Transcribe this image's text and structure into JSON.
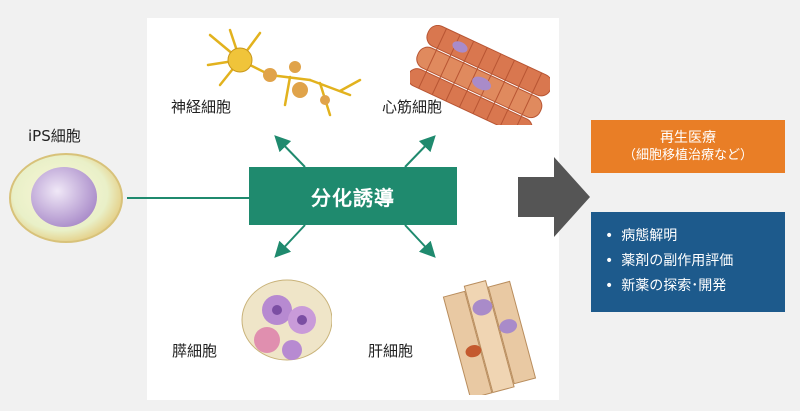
{
  "source": {
    "label": "iPS細胞",
    "icon": "ips-cell-icon"
  },
  "process": {
    "label": "分化誘導"
  },
  "cells": [
    {
      "label": "神経細胞",
      "icon": "neuron-icon"
    },
    {
      "label": "心筋細胞",
      "icon": "cardiomyocyte-icon"
    },
    {
      "label": "膵細胞",
      "icon": "pancreatic-cell-icon"
    },
    {
      "label": "肝細胞",
      "icon": "hepatocyte-icon"
    }
  ],
  "regenerative": {
    "title": "再生医療",
    "subtitle": "（細胞移植治療など）"
  },
  "applications": {
    "items": [
      "病態解明",
      "薬剤の副作用評価",
      "新薬の探索･開発"
    ]
  },
  "colors": {
    "green": "#1f8a6e",
    "orange": "#e97e26",
    "blue": "#1d5a8c",
    "arrow_gray": "#555555"
  }
}
